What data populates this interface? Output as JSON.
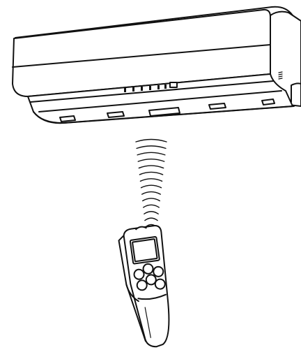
{
  "illustration": {
    "subject": "remote-control-pointing-at-air-conditioner",
    "indoor_unit": {
      "indicator_lamps": 6
    },
    "signal": {
      "wave_count": 14
    },
    "remote": {
      "button_count": 6
    }
  },
  "colors": {
    "line": "#111111",
    "background": "#ffffff"
  }
}
